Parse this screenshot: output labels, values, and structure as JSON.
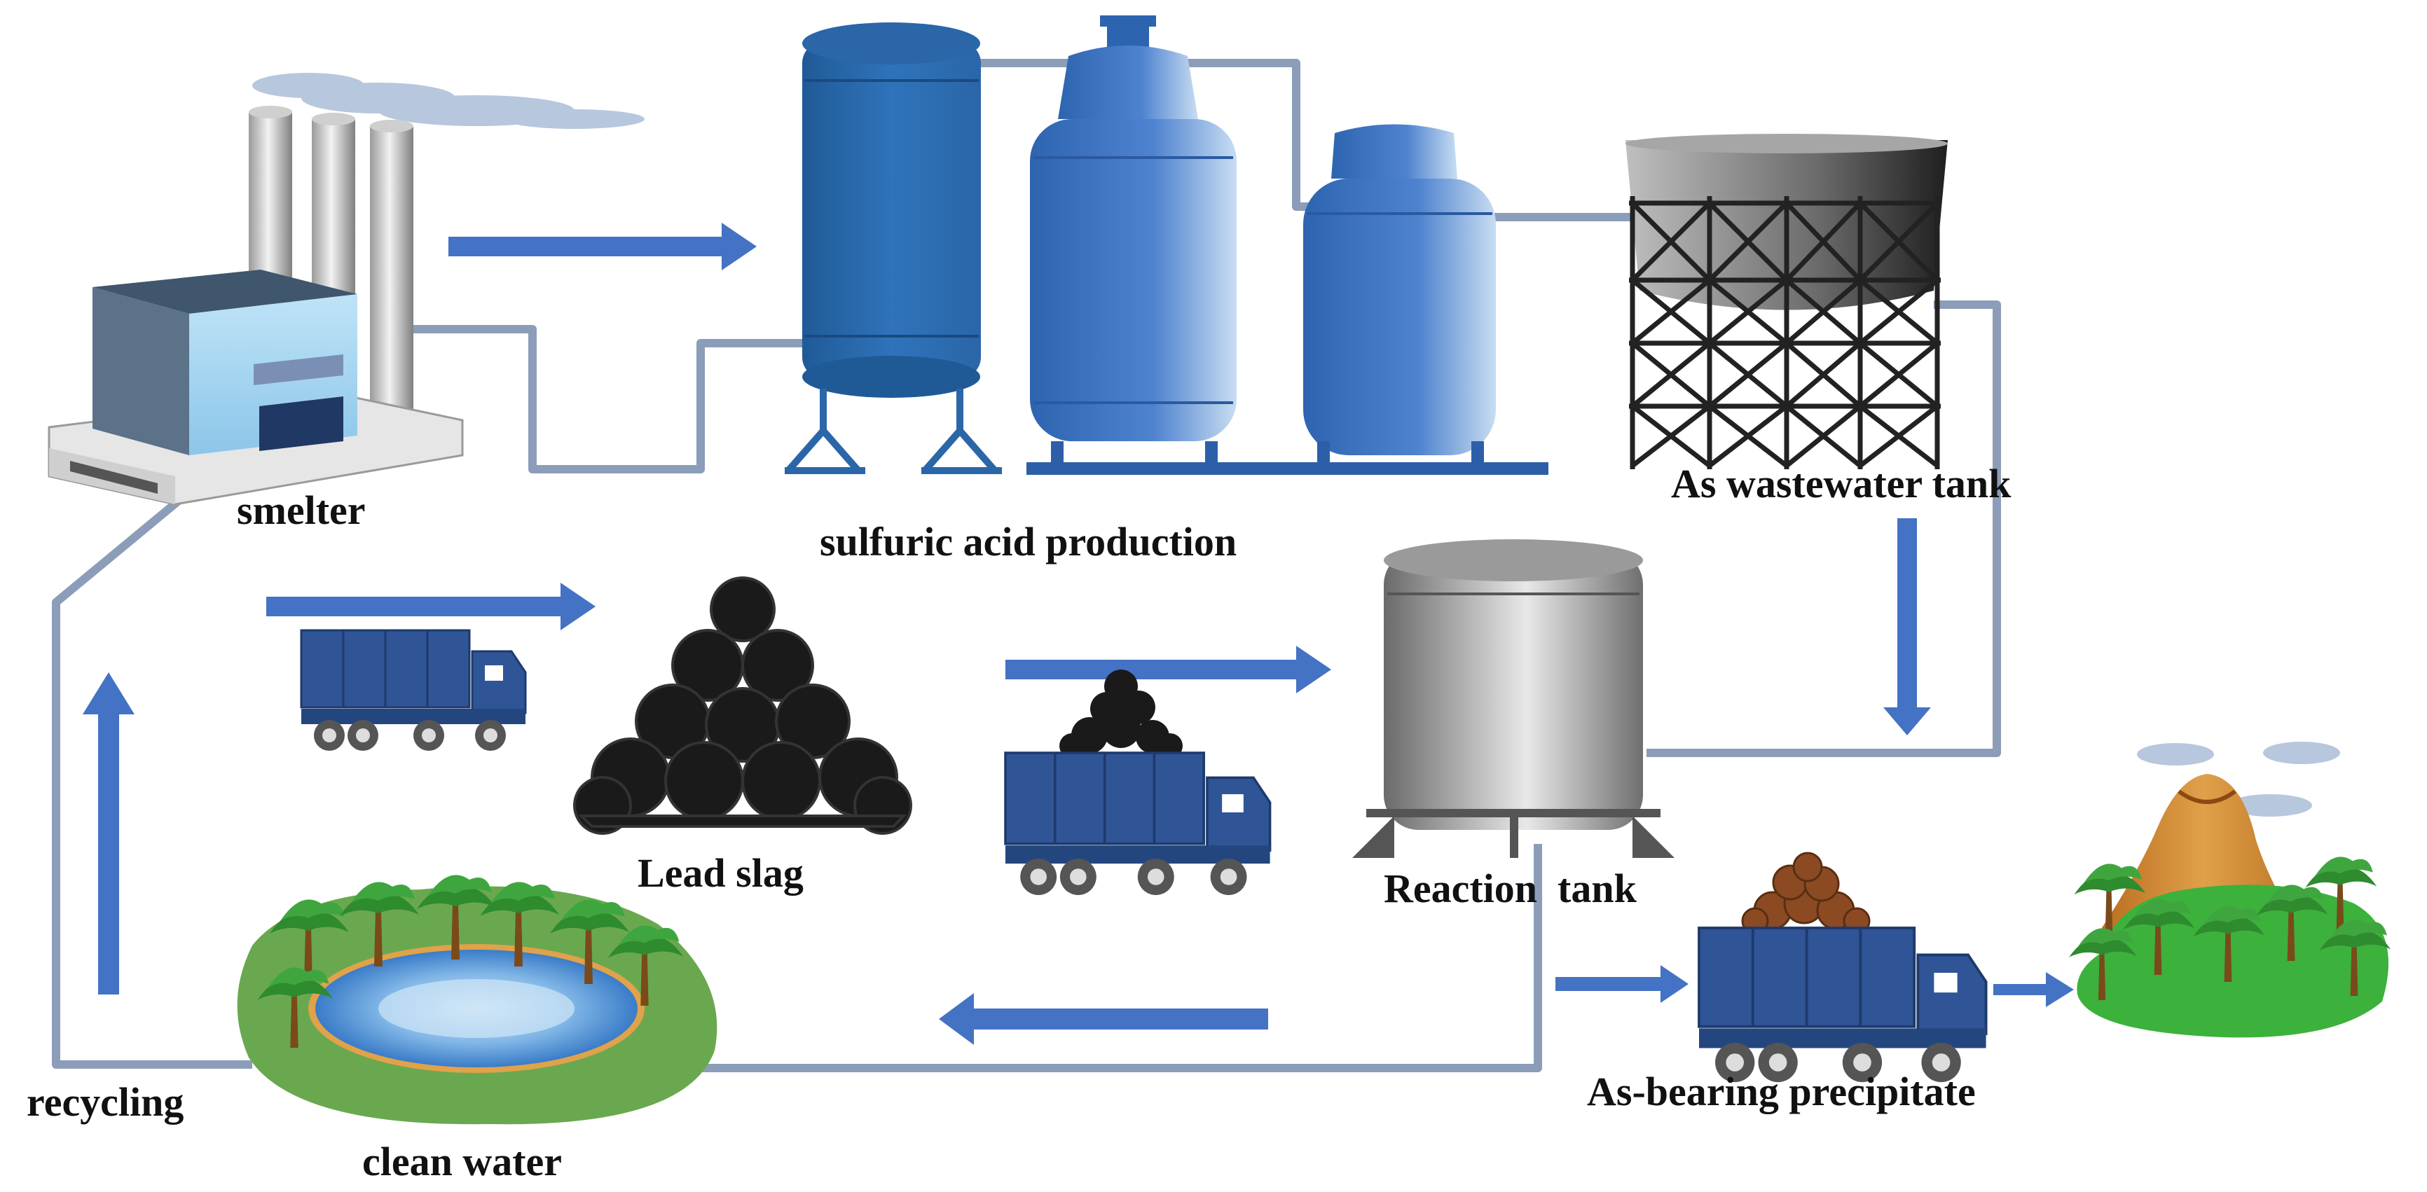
{
  "labels": {
    "smelter": "smelter",
    "sulfuric_acid_production": "sulfuric acid production",
    "as_wastewater_tank": "As wastewater tank",
    "lead_slag": "Lead slag",
    "reaction_tank": "Reaction  tank",
    "as_bearing_precipitate": "As-bearing precipitate",
    "recycling": "recycling",
    "clean_water": "clean water"
  },
  "colors": {
    "pipe": "#8b9db8",
    "arrow": "#4472c4",
    "truck": "#2f5597",
    "slag": "#1a1a1a",
    "precipitate": "#8b4a22",
    "tank_blue": "#2e6eb5",
    "grass": "#6aa84f",
    "water": "#5b9bd5",
    "tree": "#2f8f2f",
    "volcano": "#d9892e"
  },
  "icons": [
    "factory-icon",
    "smoke-icon",
    "tower-tank-icon",
    "boiler-tank-icon",
    "steel-frame-tank-icon",
    "reaction-tank-icon",
    "truck-icon",
    "slag-pile-icon",
    "pond-icon",
    "tree-icon",
    "volcano-icon"
  ]
}
